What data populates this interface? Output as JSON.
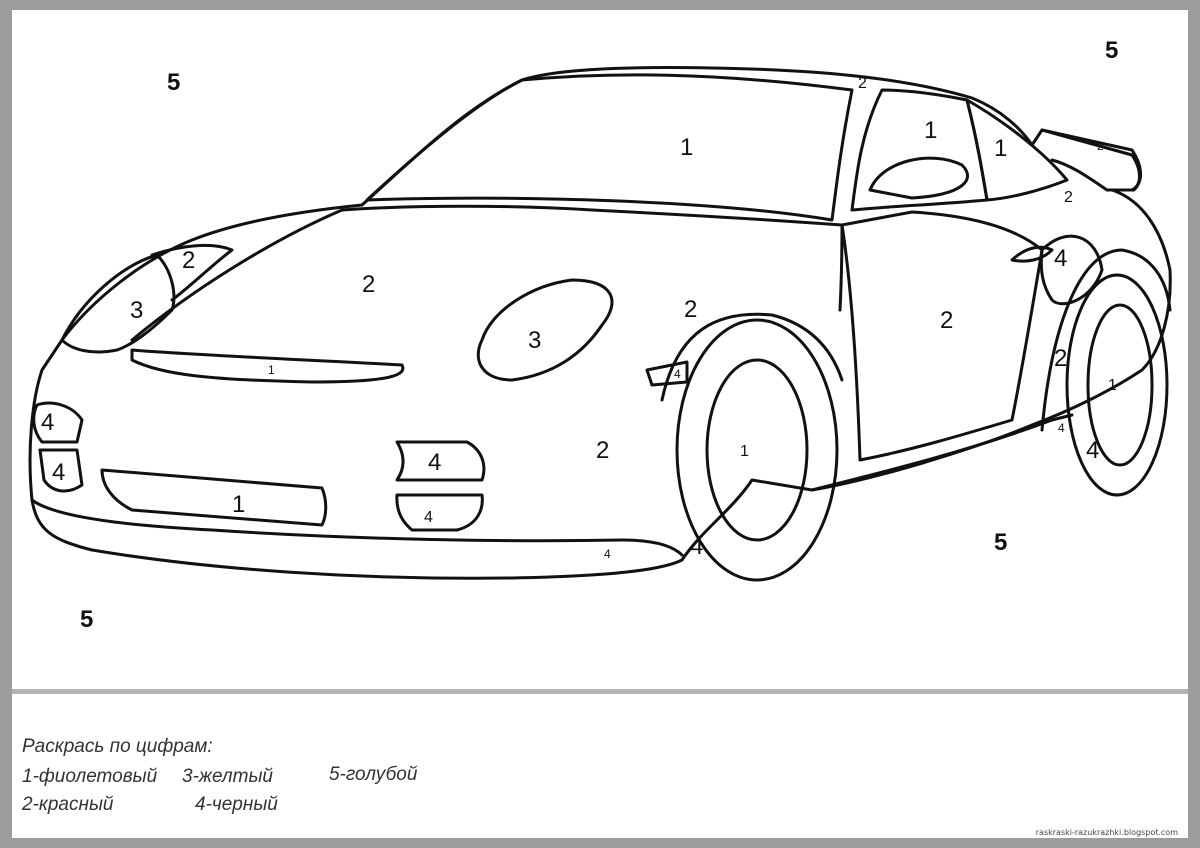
{
  "zones": {
    "bg_tl": "5",
    "bg_tr": "5",
    "bg_br": "5",
    "bg_bl": "5",
    "windshield": "1",
    "side_window": "1",
    "rear_window": "1",
    "roof_trim": "2",
    "spoiler_trim": "2",
    "rear_pillar": "2",
    "left_light_surround": "2",
    "hood": "2",
    "fender": "2",
    "door": "2",
    "rear_quarter": "2",
    "bumper": "2",
    "left_headlight": "3",
    "right_headlight": "3",
    "hood_vent": "1",
    "grille": "1",
    "front_hub": "1",
    "rear_hub": "1",
    "fog_top": "4",
    "fog_bottom": "4",
    "intake_top": "4",
    "intake_bottom": "4",
    "side_marker": "4",
    "rear_light": "4",
    "side_skirt": "4",
    "front_tire": "4",
    "rear_tire": "4",
    "lip": "4"
  },
  "legend": {
    "title": "Раскрась по цифрам:",
    "item1": "1-фиолетовый",
    "item2": "2-красный",
    "item3": "3-желтый",
    "item4": "4-черный",
    "item5": "5-голубой"
  },
  "footer": "raskraski-razukrazhki.blogspot.com"
}
